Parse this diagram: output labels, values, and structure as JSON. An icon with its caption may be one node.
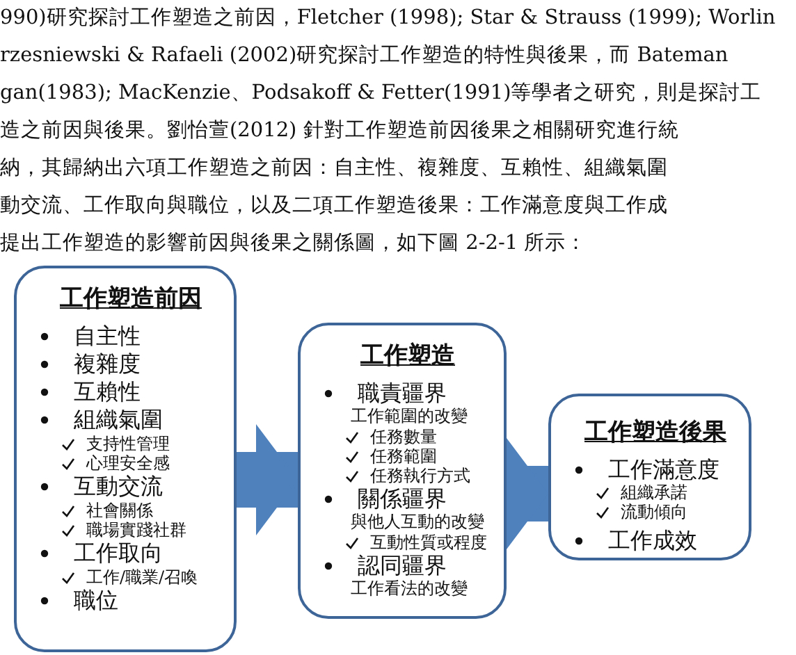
{
  "diagram": {
    "nodes": [
      {
        "text": [
          "工作塑造前因",
          "自主性",
          "複雜度",
          "互賴性",
          "組織氣圍",
          "支持性管理",
          "心理安全感",
          "互動交流",
          "社會關係",
          "職場實踐社群",
          "工作取向",
          "工作/職業/召喚",
          "職位"
        ]
      },
      {
        "text": [
          "工作塑造",
          "職責疆界",
          "工作範圍的改變",
          "任務數量",
          "任務範圍",
          "任務執行方式",
          "關係疆界",
          "與他人互動的改變",
          "互動性質或程度",
          "認同疆界",
          "工作看法的改變"
        ]
      },
      {
        "text": [
          "工作塑造後果",
          "工作滿意度",
          "組織承諾",
          "流動傾向",
          "工作成效"
        ]
      }
    ],
    "edges": [
      {
        "from": 0,
        "to": 1,
        "arrow": "to"
      },
      {
        "from": 1,
        "to": 2,
        "arrow": "to"
      }
    ],
    "labels": [
      "990)研究探討工作塑造之前因，Fletcher (1998); Star & Strauss (1999); Worlin",
      "rzesniewski & Rafaeli (2002)研究探討工作塑造的特性與後果，而 Bateman",
      "gan(1983); MacKenzie、Podsakoff & Fetter(1991)等學者之研究，則是探討工",
      "造之前因與後果。劉怡萱(2012) 針對工作塑造前因後果之相關研究進行統",
      "納，其歸納出六項工作塑造之前因：自主性、複雜度、互賴性、組織氣圍",
      "動交流、工作取向與職位，以及二項工作塑造後果：工作滿意度與工作成",
      "提出工作塑造的影響前因與後果之關係圖，如下圖 2-2-1 所示："
    ]
  }
}
